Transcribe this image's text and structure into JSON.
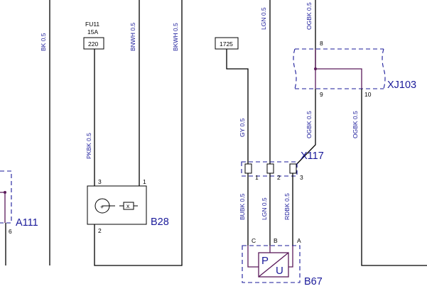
{
  "wire_labels": {
    "bk05": "BK 0.5",
    "bnwh05": "BNWH 0.5",
    "bkwh05": "BKWH 0.5",
    "lgn05_top": "LGN 0.5",
    "ogbk05_top": "OGBK 0.5",
    "pkbk05": "PKBK 0.5",
    "gy05": "GY 0.5",
    "ogbk05_mid": "OGBK 0.5",
    "ogbk05_right": "OGBK 0.5",
    "bubk05": "BUBK 0.5",
    "lgn05_low": "LGN 0.5",
    "rdbk05": "RDBK 0.5"
  },
  "fuse": {
    "name": "FU11",
    "rating": "15A"
  },
  "splices": {
    "s220": "220",
    "s1725": "1725"
  },
  "connectors": {
    "xj103": {
      "name": "XJ103",
      "pin8": "8",
      "pin9": "9",
      "pin10": "10"
    },
    "x117": {
      "name": "X117",
      "pin1": "1",
      "pin2": "2",
      "pin3": "3"
    }
  },
  "components": {
    "a111": {
      "name": "A111",
      "pin6": "6"
    },
    "b28": {
      "name": "B28",
      "pin1": "1",
      "pin2": "2",
      "pin3": "3",
      "sym_plus": "+",
      "sym_x": "x"
    },
    "b67": {
      "name": "B67",
      "pinA": "A",
      "pinB": "B",
      "pinC": "C",
      "sym_p": "P",
      "sym_u": "U"
    }
  }
}
